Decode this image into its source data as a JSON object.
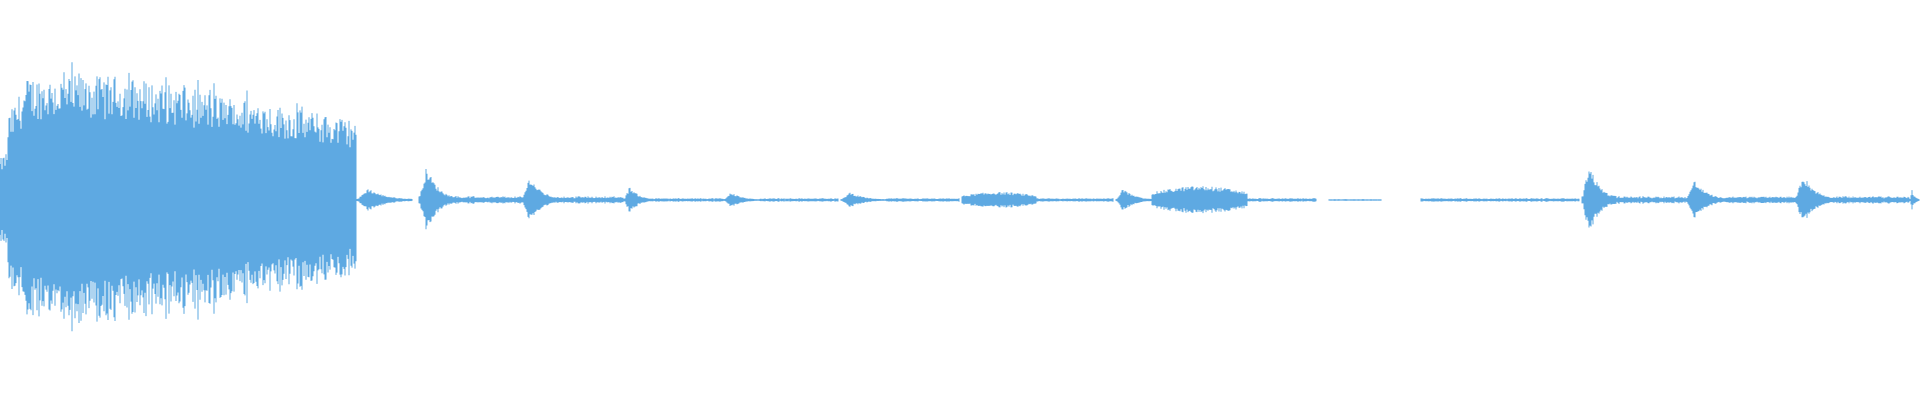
{
  "waveform": {
    "color": "#5ea9e2",
    "background": "#ffffff",
    "segments": [
      {
        "start": 0.0,
        "end": 0.186,
        "level": 0.62,
        "shape": "swell"
      },
      {
        "start": 0.186,
        "end": 0.215,
        "level": 0.06,
        "shape": "bump"
      },
      {
        "start": 0.218,
        "end": 0.238,
        "level": 0.17,
        "shape": "bump"
      },
      {
        "start": 0.238,
        "end": 0.272,
        "level": 0.02,
        "shape": "flat"
      },
      {
        "start": 0.272,
        "end": 0.292,
        "level": 0.12,
        "shape": "bump"
      },
      {
        "start": 0.292,
        "end": 0.325,
        "level": 0.02,
        "shape": "flat"
      },
      {
        "start": 0.325,
        "end": 0.34,
        "level": 0.07,
        "shape": "bump"
      },
      {
        "start": 0.34,
        "end": 0.377,
        "level": 0.01,
        "shape": "flat"
      },
      {
        "start": 0.377,
        "end": 0.396,
        "level": 0.04,
        "shape": "bump"
      },
      {
        "start": 0.396,
        "end": 0.437,
        "level": 0.01,
        "shape": "flat"
      },
      {
        "start": 0.438,
        "end": 0.462,
        "level": 0.04,
        "shape": "bump"
      },
      {
        "start": 0.462,
        "end": 0.5,
        "level": 0.01,
        "shape": "flat"
      },
      {
        "start": 0.501,
        "end": 0.54,
        "level": 0.04,
        "shape": "block"
      },
      {
        "start": 0.54,
        "end": 0.58,
        "level": 0.01,
        "shape": "flat"
      },
      {
        "start": 0.581,
        "end": 0.6,
        "level": 0.06,
        "shape": "bump"
      },
      {
        "start": 0.6,
        "end": 0.65,
        "level": 0.07,
        "shape": "block"
      },
      {
        "start": 0.65,
        "end": 0.686,
        "level": 0.01,
        "shape": "flat"
      },
      {
        "start": 0.692,
        "end": 0.72,
        "level": 0.005,
        "shape": "flat"
      },
      {
        "start": 0.74,
        "end": 0.823,
        "level": 0.01,
        "shape": "flat"
      },
      {
        "start": 0.824,
        "end": 0.842,
        "level": 0.19,
        "shape": "bump"
      },
      {
        "start": 0.842,
        "end": 0.878,
        "level": 0.02,
        "shape": "flat"
      },
      {
        "start": 0.878,
        "end": 0.9,
        "level": 0.1,
        "shape": "bump"
      },
      {
        "start": 0.9,
        "end": 0.935,
        "level": 0.02,
        "shape": "flat"
      },
      {
        "start": 0.935,
        "end": 0.956,
        "level": 0.13,
        "shape": "bump"
      },
      {
        "start": 0.956,
        "end": 0.995,
        "level": 0.02,
        "shape": "flat"
      },
      {
        "start": 0.995,
        "end": 1.0,
        "level": 0.05,
        "shape": "bump"
      }
    ]
  }
}
